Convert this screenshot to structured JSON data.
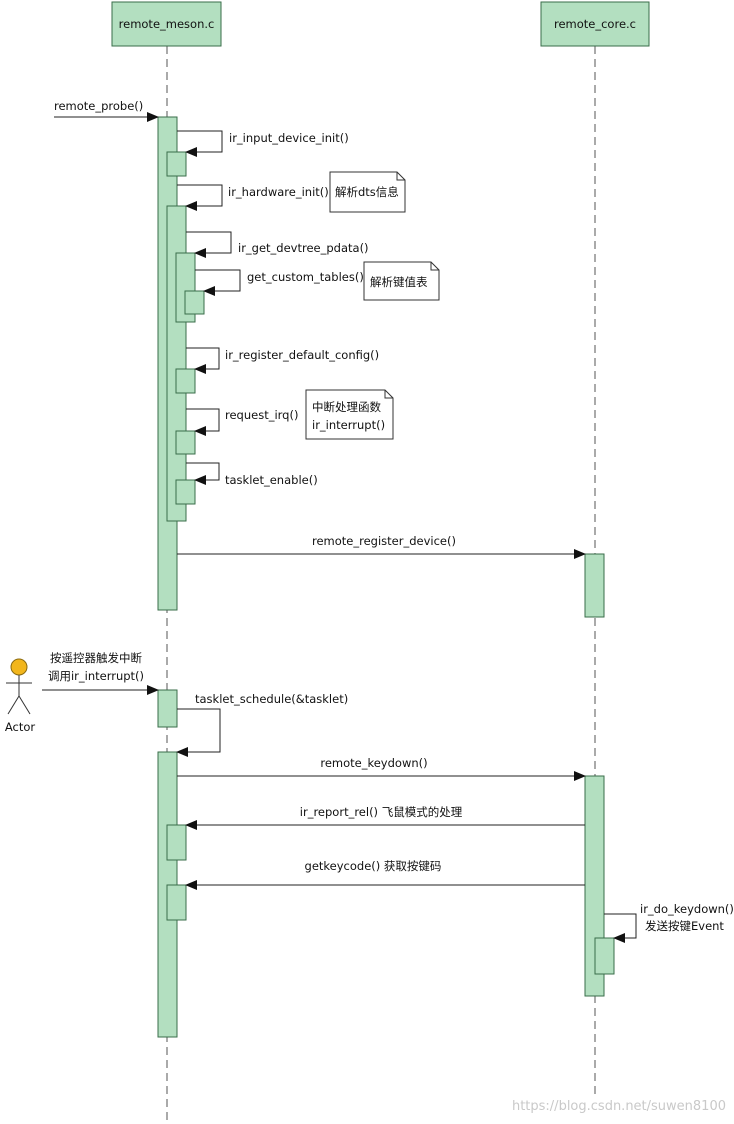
{
  "colors": {
    "box_fill": "#b3dfc0",
    "box_stroke": "#3a6e4a",
    "line": "#222222",
    "actor_head": "#f2b61c",
    "note_fill": "#ffffff"
  },
  "lifelines": [
    {
      "name": "remote_meson.c"
    },
    {
      "name": "remote_core.c"
    }
  ],
  "actor": {
    "label": "Actor"
  },
  "messages": {
    "remote_probe": "remote_probe()",
    "ir_input_device_init": "ir_input_device_init()",
    "ir_hardware_init": "ir_hardware_init()",
    "ir_get_devtree_pdata": "ir_get_devtree_pdata()",
    "get_custom_tables": "get_custom_tables()",
    "ir_register_default_config": "ir_register_default_config()",
    "request_irq": "request_irq()",
    "tasklet_enable": "tasklet_enable()",
    "remote_register_device": "remote_register_device()",
    "actor_trigger_line1": "按遥控器触发中断",
    "actor_trigger_line2": "调用ir_interrupt()",
    "tasklet_schedule": "tasklet_schedule(&tasklet)",
    "remote_keydown": "remote_keydown()",
    "ir_report_rel": "ir_report_rel() 飞鼠模式的处理",
    "getkeycode": "getkeycode() 获取按键码",
    "ir_do_keydown_line1": "ir_do_keydown()",
    "ir_do_keydown_line2": "发送按键Event"
  },
  "notes": {
    "parse_dts": "解析dts信息",
    "parse_key_table": "解析键值表",
    "irq_handler_line1": "中断处理函数",
    "irq_handler_line2": "ir_interrupt()"
  },
  "watermark": "https://blog.csdn.net/suwen8100"
}
